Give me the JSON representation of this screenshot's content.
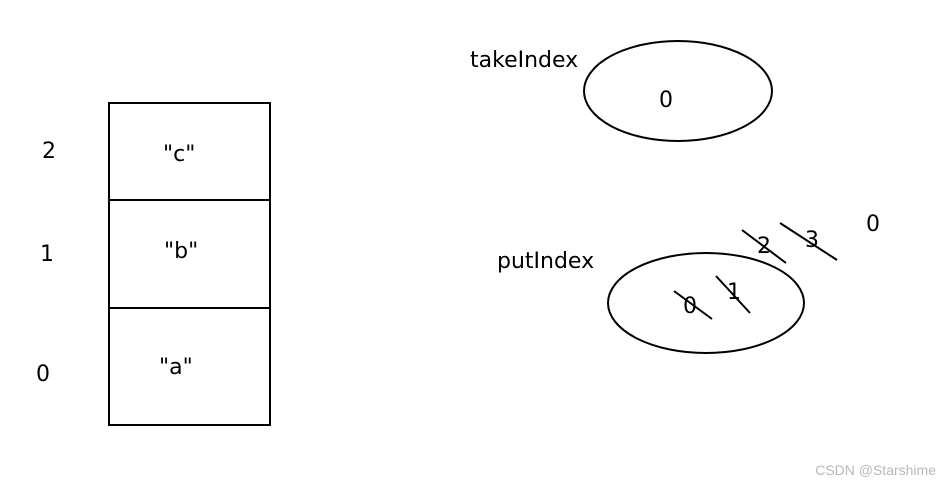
{
  "array": {
    "indices": [
      "2",
      "1",
      "0"
    ],
    "cells": [
      "\"c\"",
      "\"b\"",
      "\"a\""
    ]
  },
  "take_index": {
    "label": "takeIndex",
    "value": "0"
  },
  "put_index": {
    "label": "putIndex",
    "history": [
      "0",
      "1",
      "2",
      "3"
    ],
    "current": "0"
  },
  "watermark": "CSDN @Starshime"
}
